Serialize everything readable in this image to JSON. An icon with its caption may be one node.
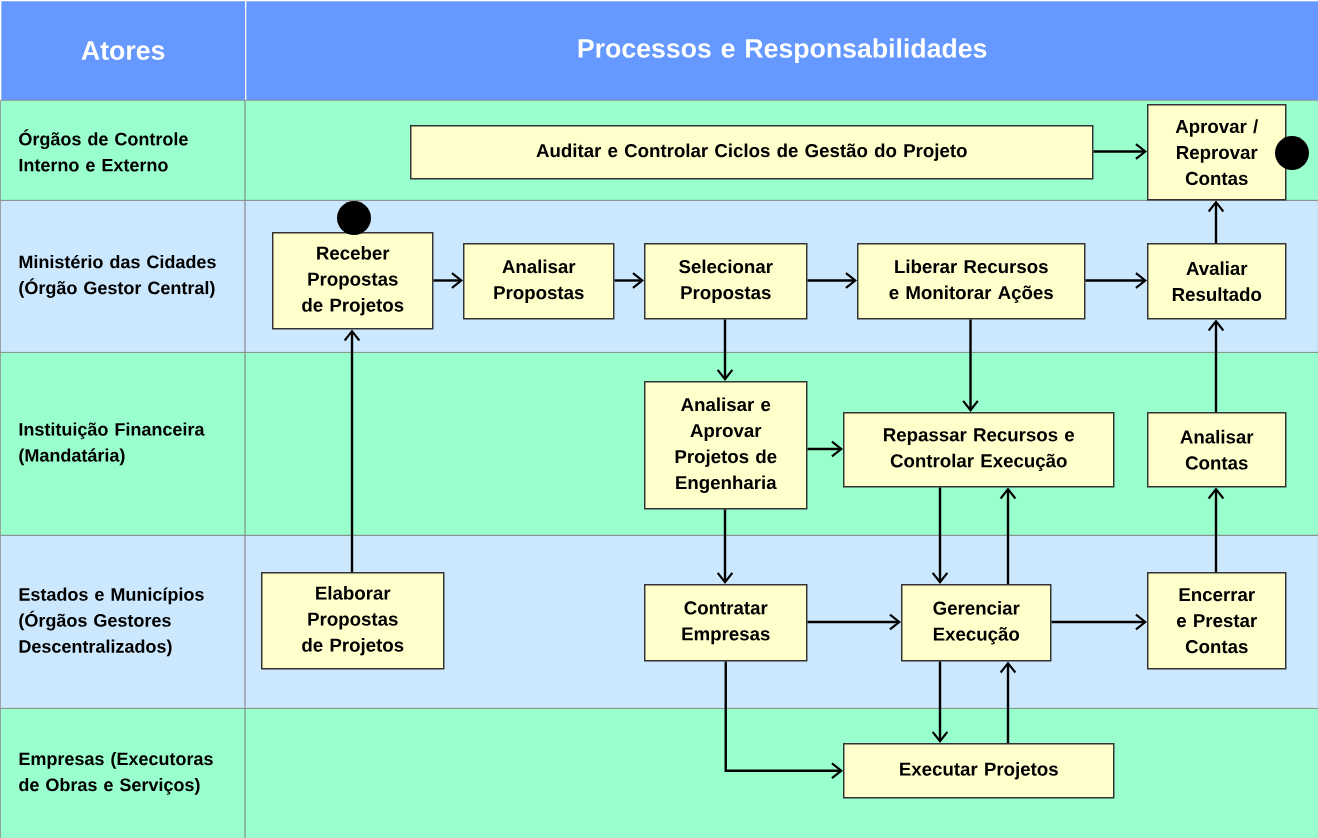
{
  "diagram": {
    "nodes": [
      {
        "text": [
          "Atores"
        ]
      },
      {
        "text": [
          "Processos e Responsabilidades"
        ]
      },
      {
        "text": [
          "Órgãos de Controle Interno e Externo"
        ]
      },
      {
        "text": [
          "Ministério das Cidades (Órgão Gestor Central)"
        ]
      },
      {
        "text": [
          "Instituição Financeira (Mandatária)"
        ]
      },
      {
        "text": [
          "Estados e Municípios (Órgãos Gestores Descentralizados)"
        ]
      },
      {
        "text": [
          "Empresas (Executoras de Obras e Serviços)"
        ]
      },
      {
        "text": [
          "Auditar e Controlar Ciclos de Gestão do Projeto"
        ],
        "in": 2
      },
      {
        "text": [
          "Aprovar / Reprovar Contas"
        ],
        "in": 2
      },
      {
        "text": [],
        "shape": "circle",
        "in": 2
      },
      {
        "text": [],
        "shape": "circle",
        "in": 3
      },
      {
        "text": [
          "Receber Propostas de Projetos"
        ],
        "in": 3
      },
      {
        "text": [
          "Analisar Propostas"
        ],
        "in": 3
      },
      {
        "text": [
          "Selecionar Propostas"
        ],
        "in": 3
      },
      {
        "text": [
          "Liberar Recursos e Monitorar Ações"
        ],
        "in": 3
      },
      {
        "text": [
          "Avaliar Resultado"
        ],
        "in": 3
      },
      {
        "text": [
          "Analisar e Aprovar Projetos de Engenharia"
        ],
        "in": 4
      },
      {
        "text": [
          "Repassar Recursos e Controlar Execução"
        ],
        "in": 4
      },
      {
        "text": [
          "Analisar Contas"
        ],
        "in": 4
      },
      {
        "text": [
          "Elaborar Propostas de Projetos"
        ],
        "in": 5
      },
      {
        "text": [
          "Contratar Empresas"
        ],
        "in": 5
      },
      {
        "text": [
          "Gerenciar Execução"
        ],
        "in": 5
      },
      {
        "text": [
          "Encerrar e Prestar Contas"
        ],
        "in": 5
      },
      {
        "text": [
          "Executar Projetos"
        ],
        "in": 6
      }
    ],
    "edges": [
      {
        "from": 7,
        "to": 8,
        "arrow": "to"
      },
      {
        "from": 19,
        "to": 11,
        "arrow": "to"
      },
      {
        "from": 11,
        "to": 12,
        "arrow": "to"
      },
      {
        "from": 12,
        "to": 13,
        "arrow": "to"
      },
      {
        "from": 13,
        "to": 14,
        "arrow": "to"
      },
      {
        "from": 14,
        "to": 15,
        "arrow": "to"
      },
      {
        "from": 15,
        "to": 8,
        "arrow": "to"
      },
      {
        "from": 13,
        "to": 16,
        "arrow": "to"
      },
      {
        "from": 16,
        "to": 17,
        "arrow": "to"
      },
      {
        "from": 14,
        "to": 17,
        "arrow": "to"
      },
      {
        "from": 16,
        "to": 20,
        "arrow": "to"
      },
      {
        "from": 20,
        "to": 21,
        "arrow": "to"
      },
      {
        "from": 20,
        "to": 23,
        "arrow": "to"
      },
      {
        "from": 17,
        "to": 21,
        "arrow": "to"
      },
      {
        "from": 21,
        "to": 17,
        "arrow": "to"
      },
      {
        "from": 21,
        "to": 23,
        "arrow": "to"
      },
      {
        "from": 23,
        "to": 21,
        "arrow": "to"
      },
      {
        "from": 21,
        "to": 22,
        "arrow": "to"
      },
      {
        "from": 22,
        "to": 18,
        "arrow": "to"
      },
      {
        "from": 18,
        "to": 15,
        "arrow": "to"
      }
    ]
  }
}
